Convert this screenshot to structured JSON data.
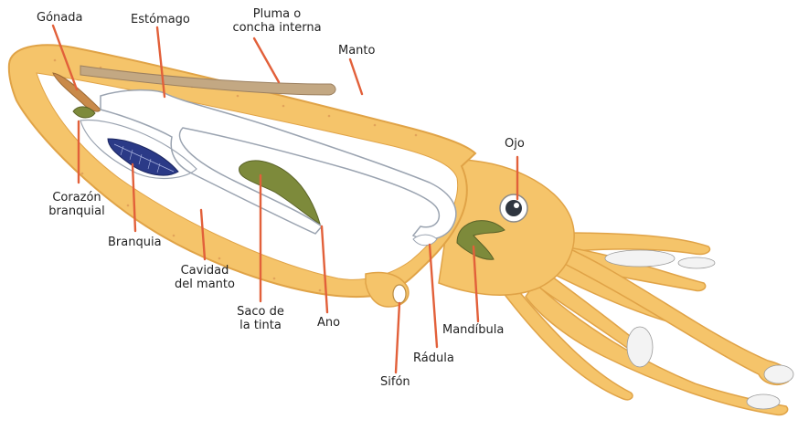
{
  "diagram": {
    "colors": {
      "body_fill": "#f5c46a",
      "body_edge": "#e0a347",
      "mantle_cavity": "#ffffff",
      "organ_outline": "#9aa3b0",
      "gonad": "#c98a4a",
      "pen": "#c3a883",
      "gill": "#2b3a87",
      "ink_sac": "#7d8a3b",
      "beak": "#7d8a3b",
      "leader": "#e2603a"
    },
    "labels": {
      "gonada": "Gónada",
      "estomago": "Estómago",
      "pluma_1": "Pluma o",
      "pluma_2": "concha interna",
      "manto": "Manto",
      "ojo": "Ojo",
      "corazon_1": "Corazón",
      "corazon_2": "branquial",
      "branquia": "Branquia",
      "cavidad_1": "Cavidad",
      "cavidad_2": "del manto",
      "saco_1": "Saco de",
      "saco_2": "la tinta",
      "ano": "Ano",
      "mandibula": "Mandíbula",
      "radula": "Rádula",
      "sifon": "Sifón"
    }
  }
}
